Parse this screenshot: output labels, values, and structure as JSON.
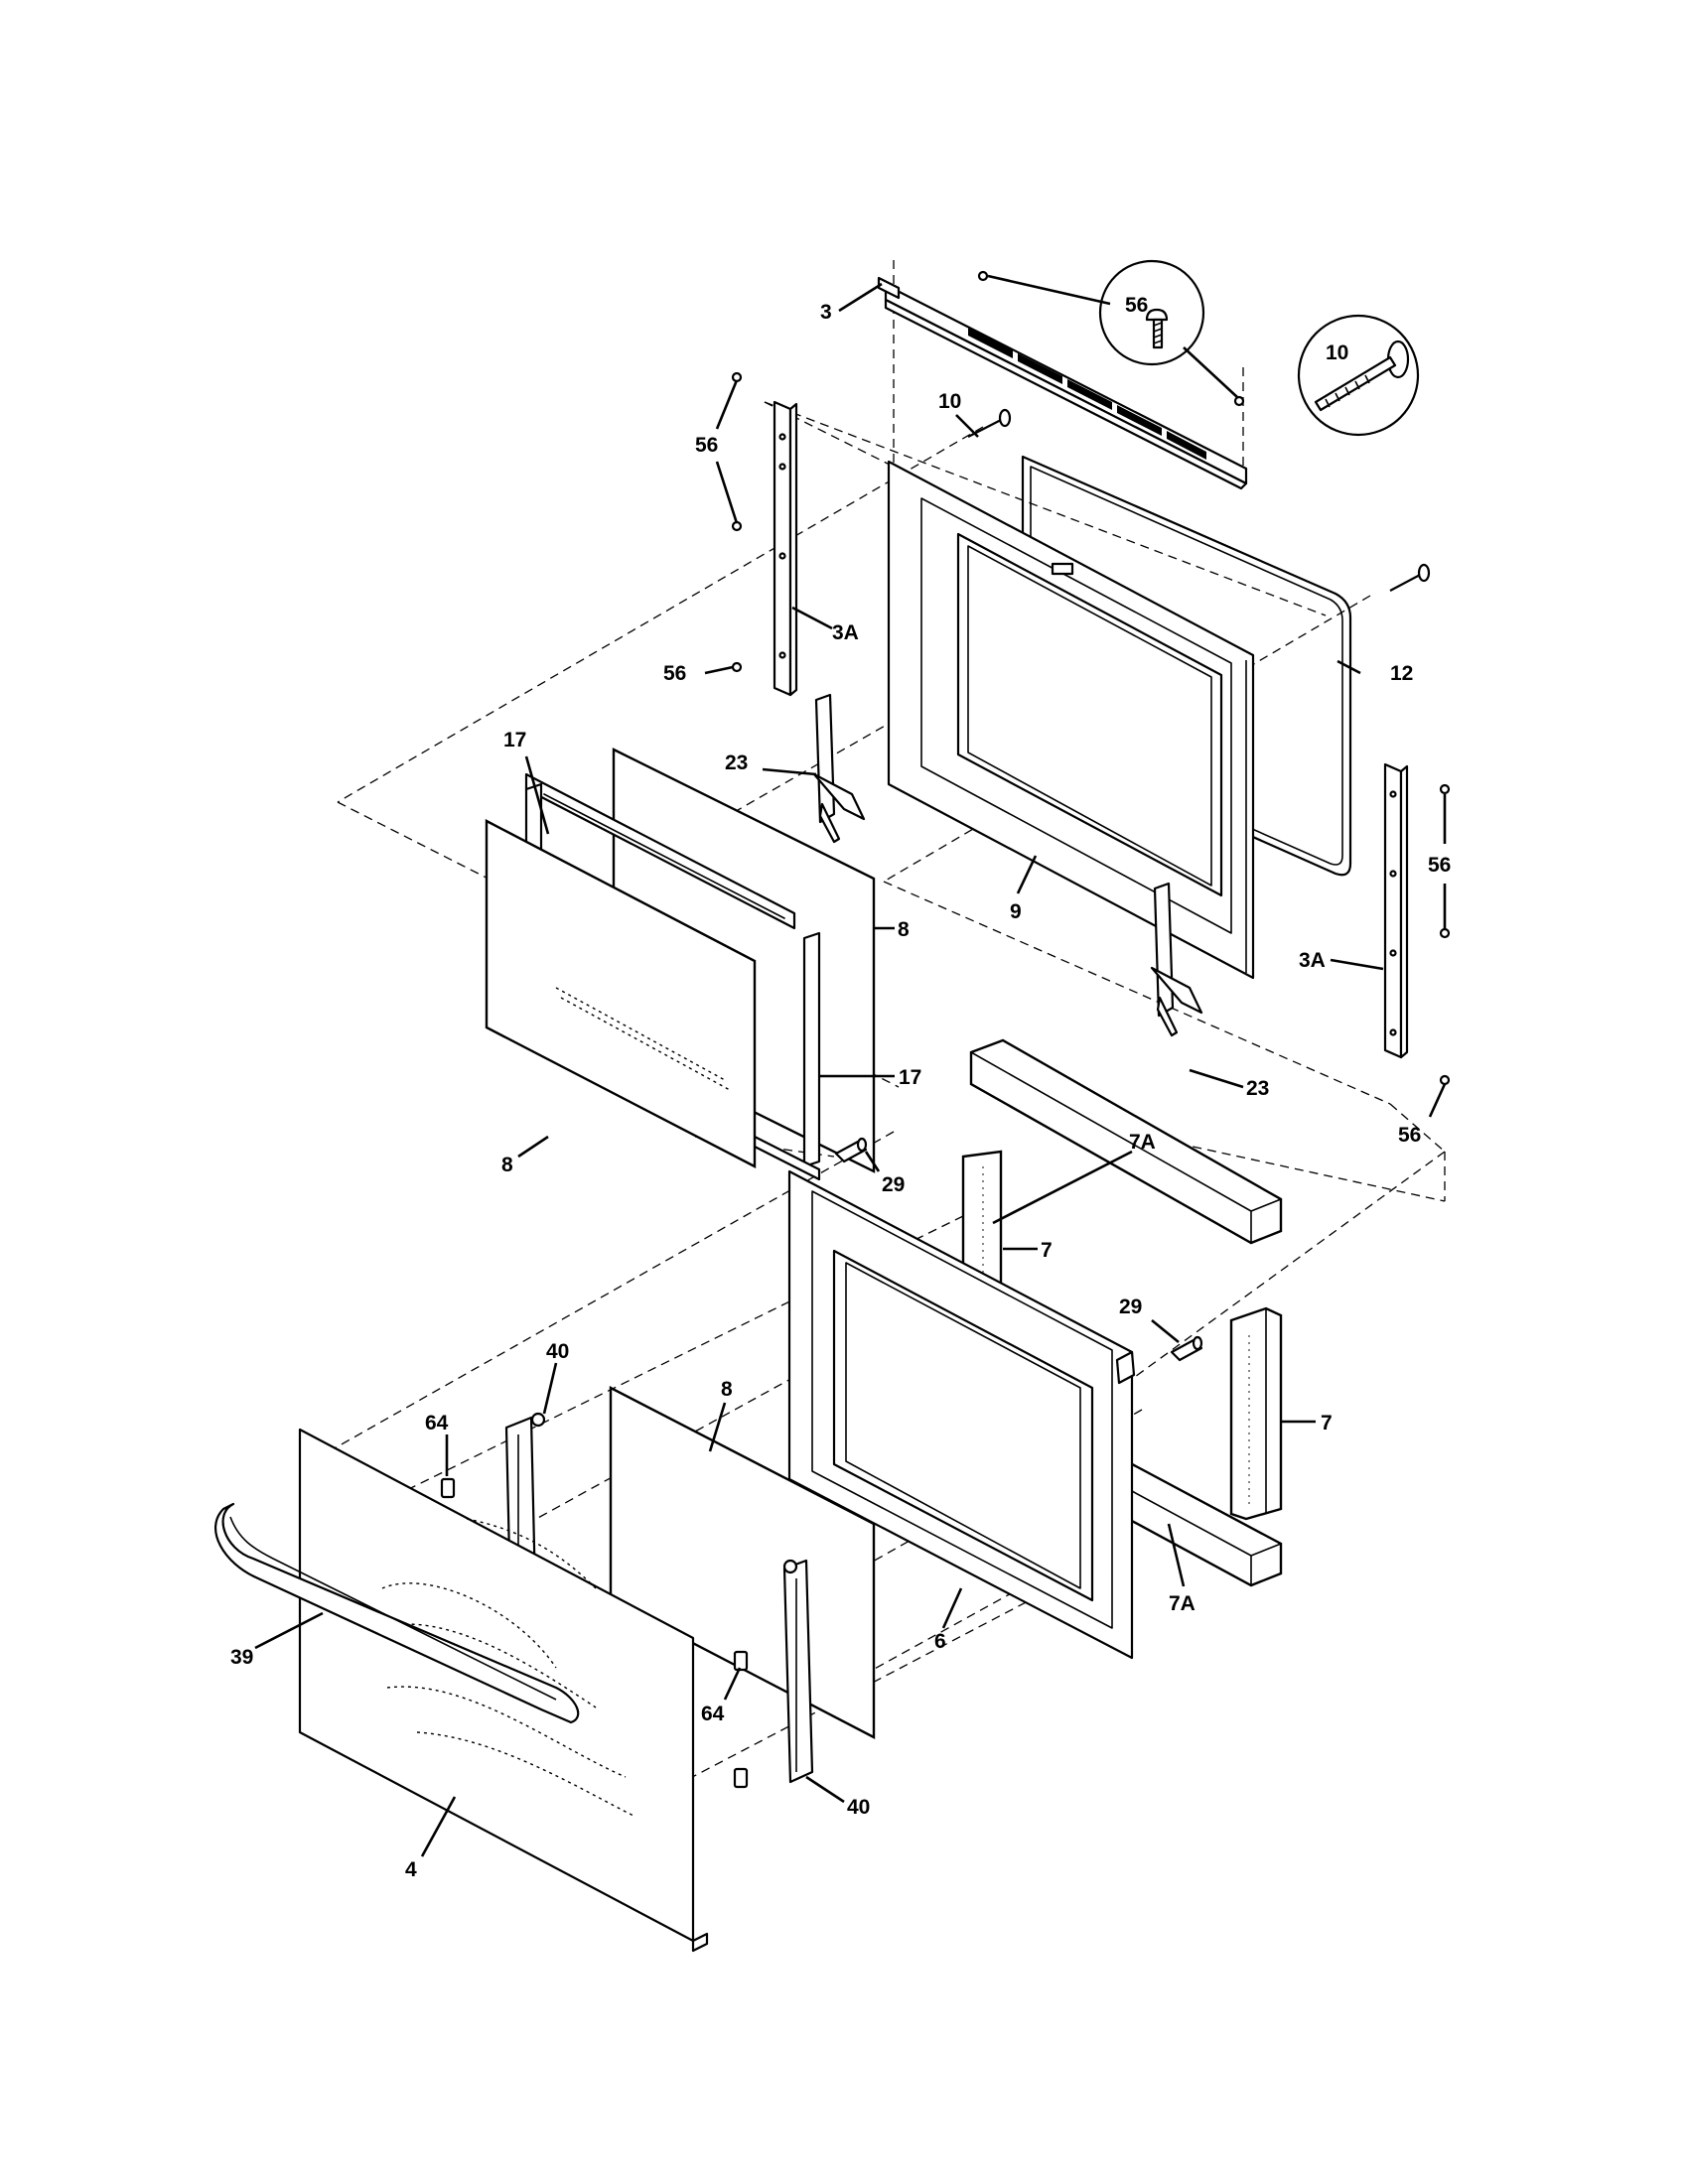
{
  "callouts": [
    {
      "id": "c3",
      "text": "3"
    },
    {
      "id": "c56a",
      "text": "56"
    },
    {
      "id": "c56b",
      "text": "56"
    },
    {
      "id": "c10a",
      "text": "10"
    },
    {
      "id": "c10b",
      "text": "10"
    },
    {
      "id": "c3Aa",
      "text": "3A"
    },
    {
      "id": "c56c",
      "text": "56"
    },
    {
      "id": "c12",
      "text": "12"
    },
    {
      "id": "c17a",
      "text": "17"
    },
    {
      "id": "c23a",
      "text": "23"
    },
    {
      "id": "c9",
      "text": "9"
    },
    {
      "id": "c56d",
      "text": "56"
    },
    {
      "id": "c3Ab",
      "text": "3A"
    },
    {
      "id": "c8a",
      "text": "8"
    },
    {
      "id": "c17b",
      "text": "17"
    },
    {
      "id": "c23b",
      "text": "23"
    },
    {
      "id": "c8b",
      "text": "8"
    },
    {
      "id": "c56e",
      "text": "56"
    },
    {
      "id": "c7Aa",
      "text": "7A"
    },
    {
      "id": "c29a",
      "text": "29"
    },
    {
      "id": "c7a",
      "text": "7"
    },
    {
      "id": "c29b",
      "text": "29"
    },
    {
      "id": "c40a",
      "text": "40"
    },
    {
      "id": "c8c",
      "text": "8"
    },
    {
      "id": "c64a",
      "text": "64"
    },
    {
      "id": "c7b",
      "text": "7"
    },
    {
      "id": "c39",
      "text": "39"
    },
    {
      "id": "c6",
      "text": "6"
    },
    {
      "id": "c7Ab",
      "text": "7A"
    },
    {
      "id": "c64b",
      "text": "64"
    },
    {
      "id": "c40b",
      "text": "40"
    },
    {
      "id": "c4",
      "text": "4"
    }
  ]
}
